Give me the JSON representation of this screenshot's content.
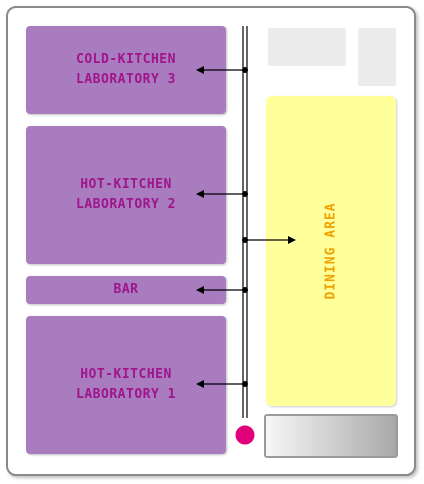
{
  "rooms": {
    "cold_kitchen": {
      "line1": "COLD-KITCHEN",
      "line2": "LABORATORY 3"
    },
    "hot_kitchen_2": {
      "line1": "HOT-KITCHEN",
      "line2": "LABORATORY 2"
    },
    "bar": {
      "line1": "BAR"
    },
    "hot_kitchen_1": {
      "line1": "HOT-KITCHEN",
      "line2": "LABORATORY 1"
    }
  },
  "dining": {
    "label": "DINING AREA"
  },
  "colors": {
    "room_fill": "#a87cbf",
    "room_text": "#a0148c",
    "dining_fill": "#ffff9c",
    "dining_text": "#f0a000",
    "entrance_dot": "#e0007a"
  }
}
